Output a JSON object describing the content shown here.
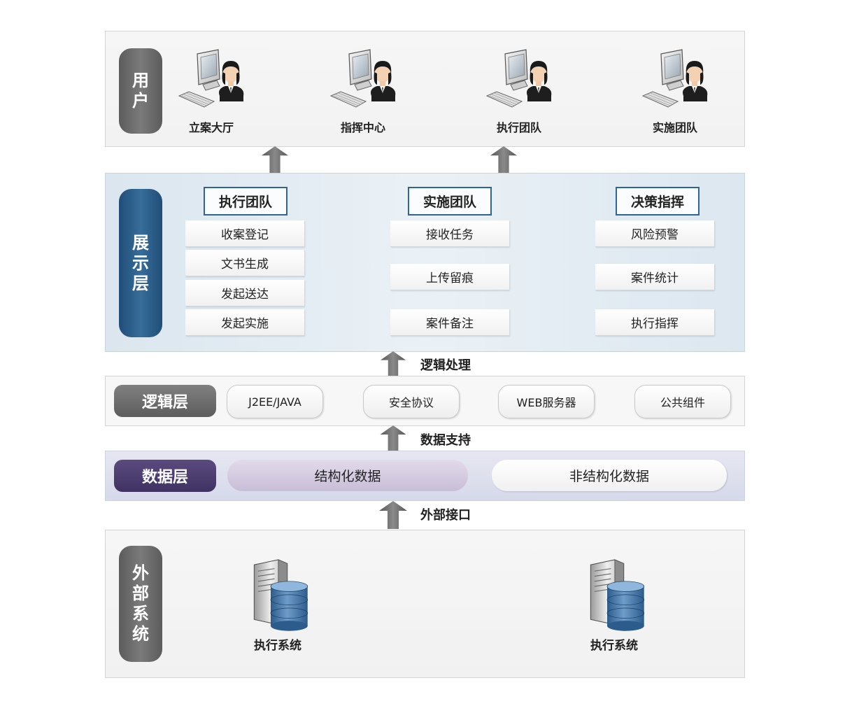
{
  "user_layer": {
    "label": "用户",
    "users": [
      {
        "label": "立案大厅",
        "icon": "user-computer-icon"
      },
      {
        "label": "指挥中心",
        "icon": "user-computer-icon"
      },
      {
        "label": "执行团队",
        "icon": "user-computer-icon"
      },
      {
        "label": "实施团队",
        "icon": "user-computer-icon"
      }
    ]
  },
  "presentation_layer": {
    "label": "展示层",
    "columns": [
      {
        "title": "执行团队",
        "items": [
          "收案登记",
          "文书生成",
          "发起送达",
          "发起实施"
        ]
      },
      {
        "title": "实施团队",
        "items": [
          "接收任务",
          "上传留痕",
          "案件备注"
        ]
      },
      {
        "title": "决策指挥",
        "items": [
          "风险预警",
          "案件统计",
          "执行指挥"
        ]
      }
    ]
  },
  "arrows": {
    "logic": "逻辑处理",
    "data": "数据支持",
    "external": "外部接口"
  },
  "logic_layer": {
    "label": "逻辑层",
    "components": [
      "J2EE/JAVA",
      "安全协议",
      "WEB服务器",
      "公共组件"
    ]
  },
  "data_layer": {
    "label": "数据层",
    "structured": "结构化数据",
    "unstructured": "非结构化数据"
  },
  "external_layer": {
    "label": "外部系统",
    "systems": [
      {
        "label": "执行系统",
        "icon": "server-database-icon"
      },
      {
        "label": "执行系统",
        "icon": "server-database-icon"
      }
    ]
  },
  "colors": {
    "presentation_accent": "#1f4e78",
    "data_accent": "#3f3262",
    "neutral_label": "#666666",
    "arrow": "#6f6f6f"
  }
}
